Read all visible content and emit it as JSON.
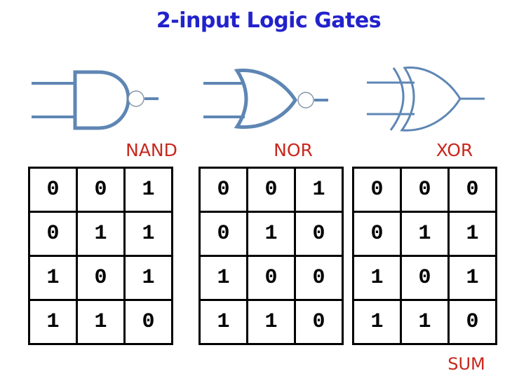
{
  "title": "2-input Logic Gates",
  "gates": [
    {
      "label": "NAND"
    },
    {
      "label": "NOR"
    },
    {
      "label": "XOR"
    }
  ],
  "truth_tables": [
    {
      "gate": "NAND",
      "rows": [
        [
          "0",
          "0",
          "1"
        ],
        [
          "0",
          "1",
          "1"
        ],
        [
          "1",
          "0",
          "1"
        ],
        [
          "1",
          "1",
          "0"
        ]
      ]
    },
    {
      "gate": "NOR",
      "rows": [
        [
          "0",
          "0",
          "1"
        ],
        [
          "0",
          "1",
          "0"
        ],
        [
          "1",
          "0",
          "0"
        ],
        [
          "1",
          "1",
          "0"
        ]
      ]
    },
    {
      "gate": "XOR",
      "rows": [
        [
          "0",
          "0",
          "0"
        ],
        [
          "0",
          "1",
          "1"
        ],
        [
          "1",
          "0",
          "1"
        ],
        [
          "1",
          "1",
          "0"
        ]
      ]
    }
  ],
  "footer": {
    "sum_label": "SUM"
  },
  "colors": {
    "title_color": "#2222CC",
    "label_color": "#C8281E",
    "gate_color": "#5E86B4",
    "bubble_color": "#8494A4",
    "border_color": "#000000",
    "background": "#FFFFFF"
  }
}
